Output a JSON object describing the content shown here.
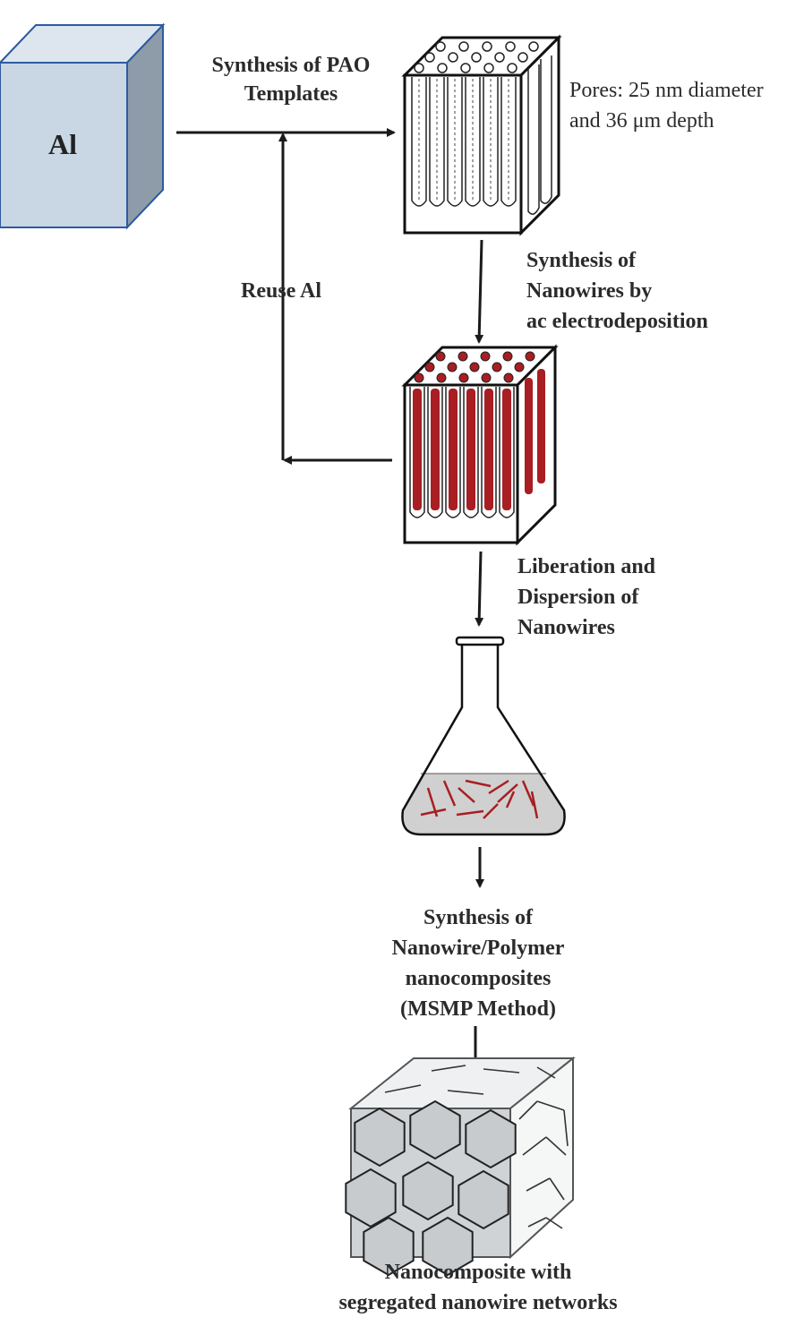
{
  "labels": {
    "al_block": "Al",
    "step1_line1": "Synthesis of PAO",
    "step1_line2": "Templates",
    "pores_line1": "Pores: 25 nm diameter",
    "pores_line2": "and 36 μm depth",
    "reuse": "Reuse Al",
    "step2_line1": "Synthesis of",
    "step2_line2": "Nanowires by",
    "step2_line3": "ac electrodeposition",
    "step3_line1": "Liberation and",
    "step3_line2": "Dispersion of",
    "step3_line3": "Nanowires",
    "step4_line1": "Synthesis of",
    "step4_line2": "Nanowire/Polymer",
    "step4_line3": "nanocomposites",
    "step4_line4": "(MSMP Method)",
    "final_line1": "Nanocomposite with",
    "final_line2": "segregated nanowire networks"
  },
  "colors": {
    "al_front": "#c9d6e4",
    "al_side": "#8e9caa",
    "al_top": "#dde6ef",
    "nanowire": "#a81e22",
    "solution": "#d0d0d0",
    "composite_front": "#cfd3d6",
    "composite_side": "#f1f2f3"
  }
}
